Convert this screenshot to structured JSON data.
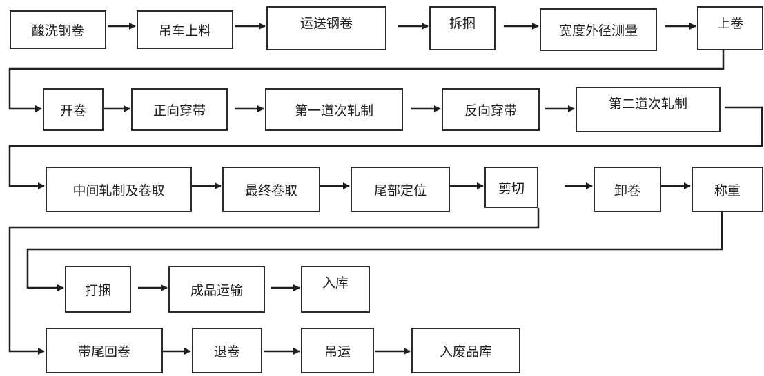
{
  "steps": {
    "pickled_coil": "酸洗钢卷",
    "crane_loading": "吊车上料",
    "transport_coil": "运送钢卷",
    "remove_strap": "拆捆",
    "width_od_measure": "宽度外径测量",
    "load_coil": "上卷",
    "uncoil": "开卷",
    "forward_threading": "正向穿带",
    "first_pass_rolling": "第一道次轧制",
    "reverse_threading": "反向穿带",
    "second_pass_rolling": "第二道次轧制",
    "intermediate_rolling_coiling": "中间轧制及卷取",
    "final_coiling": "最终卷取",
    "tail_positioning": "尾部定位",
    "shearing": "剪切",
    "unload_coil": "卸卷",
    "weighing": "称重",
    "strapping": "打捆",
    "finished_transport": "成品运输",
    "warehouse_in": "入库",
    "tail_rewinding": "带尾回卷",
    "coil_return": "退卷",
    "crane_transport": "吊运",
    "scrap_warehouse": "入废品库"
  }
}
